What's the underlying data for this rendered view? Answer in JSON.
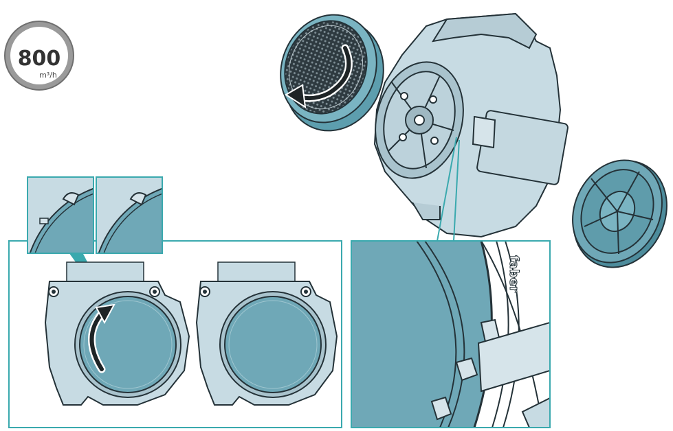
{
  "badge": {
    "value": "800",
    "unit": "m³/h"
  },
  "brand": "faber",
  "colors": {
    "body": "#c7dbe3",
    "filter": "#6fa8b7",
    "filter_dark": "#4d8c9c",
    "teal_frame": "#3aa9ae",
    "outline": "#243238",
    "badge_ring": "#8a8a8a"
  },
  "icons": [
    "rotate-counterclockwise-arrow",
    "rotate-clockwise-arrow"
  ]
}
